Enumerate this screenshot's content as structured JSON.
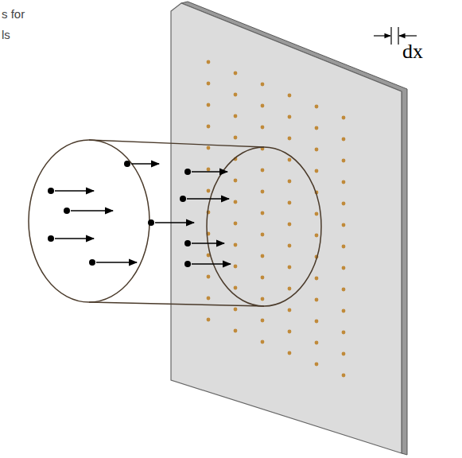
{
  "diagram": {
    "labels": [
      "s for",
      "ls",
      "dx"
    ]
  }
}
